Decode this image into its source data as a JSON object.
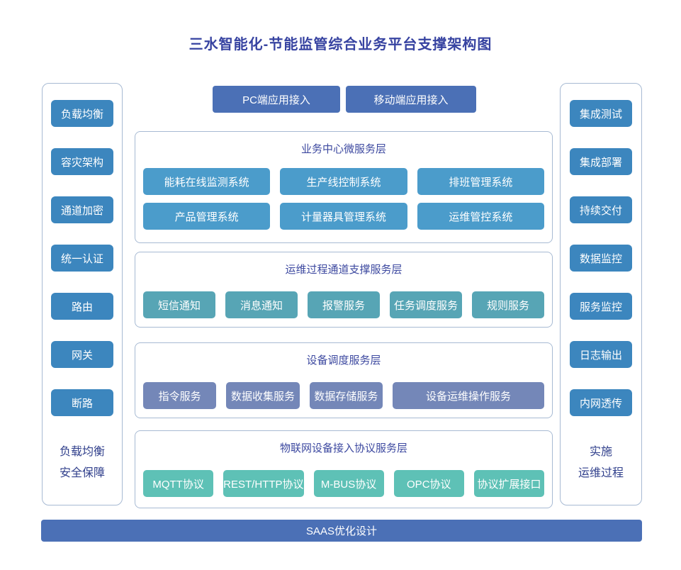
{
  "title": "三水智能化-节能监管综合业务平台支撑架构图",
  "top_buttons": {
    "pc": "PC端应用接入",
    "mobile": "移动端应用接入"
  },
  "left_sidebar": {
    "items": [
      "负载均衡",
      "容灾架构",
      "通道加密",
      "统一认证",
      "路由",
      "网关",
      "断路"
    ],
    "footer_line1": "负载均衡",
    "footer_line2": "安全保障"
  },
  "right_sidebar": {
    "items": [
      "集成测试",
      "集成部署",
      "持续交付",
      "数据监控",
      "服务监控",
      "日志输出",
      "内网透传"
    ],
    "footer_line1": "实施",
    "footer_line2": "运维过程"
  },
  "layers": [
    {
      "title": "业务中心微服务层",
      "rows": [
        [
          "能耗在线监测系统",
          "生产线控制系统",
          "排班管理系统"
        ],
        [
          "产品管理系统",
          "计量器具管理系统",
          "运维管控系统"
        ]
      ]
    },
    {
      "title": "运维过程通道支撑服务层",
      "rows": [
        [
          "短信通知",
          "消息通知",
          "报警服务",
          "任务调度服务",
          "规则服务"
        ]
      ]
    },
    {
      "title": "设备调度服务层",
      "rows": [
        [
          "指令服务",
          "数据收集服务",
          "数据存储服务",
          "设备运维操作服务"
        ]
      ]
    },
    {
      "title": "物联网设备接入协议服务层",
      "rows": [
        [
          "MQTT协议",
          "REST/HTTP协议",
          "M-BUS协议",
          "OPC协议",
          "协议扩展接口"
        ]
      ]
    }
  ],
  "bottom_bar": "SAAS优化设计",
  "colors": {
    "sidebar_button": "#3C86BE",
    "layer1_button": "#4B9CCB",
    "layer2_button": "#57A5B5",
    "layer3_button": "#7487B8",
    "layer4_button": "#5EC1B6",
    "accent_button": "#4B70B6",
    "panel_border": "#A7BAD3",
    "title_text": "#3743A1",
    "layer_title_text": "#3D49A0",
    "footer_text": "#31408C"
  }
}
